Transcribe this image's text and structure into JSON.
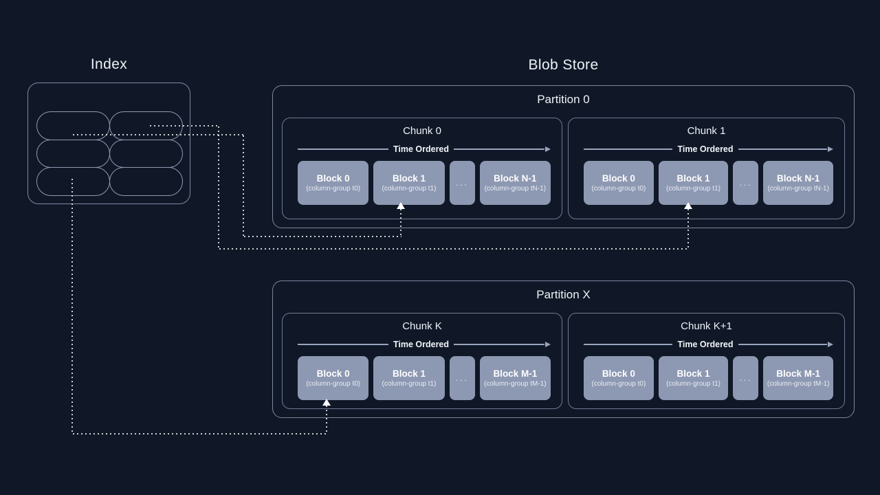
{
  "background_color": "#101827",
  "block_fill_color": "#8d98b2",
  "border_color": "#7f8ba5",
  "index": {
    "title": "Index",
    "pill_count": 6,
    "pills": [
      {
        "label": ""
      },
      {
        "label": ""
      },
      {
        "label": ""
      },
      {
        "label": ""
      },
      {
        "label": ""
      },
      {
        "label": ""
      }
    ]
  },
  "blob_store": {
    "title": "Blob Store",
    "partitions": [
      {
        "label": "Partition 0",
        "chunks": [
          {
            "label": "Chunk 0",
            "axis_label": "Time Ordered",
            "blocks": [
              {
                "name": "Block 0",
                "sub": "(column-group t0)"
              },
              {
                "name": "Block 1",
                "sub": "(column-group t1)"
              },
              {
                "name": "...",
                "sub": ""
              },
              {
                "name": "Block N-1",
                "sub": "(column-group tN-1)"
              }
            ]
          },
          {
            "label": "Chunk 1",
            "axis_label": "Time Ordered",
            "blocks": [
              {
                "name": "Block 0",
                "sub": "(column-group t0)"
              },
              {
                "name": "Block 1",
                "sub": "(column-group t1)"
              },
              {
                "name": "...",
                "sub": ""
              },
              {
                "name": "Block N-1",
                "sub": "(column-group tN-1)"
              }
            ]
          }
        ]
      },
      {
        "label": "Partition X",
        "chunks": [
          {
            "label": "Chunk K",
            "axis_label": "Time Ordered",
            "blocks": [
              {
                "name": "Block 0",
                "sub": "(column-group t0)"
              },
              {
                "name": "Block 1",
                "sub": "(column-group t1)"
              },
              {
                "name": "...",
                "sub": ""
              },
              {
                "name": "Block M-1",
                "sub": "(column-group tM-1)"
              }
            ]
          },
          {
            "label": "Chunk K+1",
            "axis_label": "Time Ordered",
            "blocks": [
              {
                "name": "Block 0",
                "sub": "(column-group t0)"
              },
              {
                "name": "Block 1",
                "sub": "(column-group t1)"
              },
              {
                "name": "...",
                "sub": ""
              },
              {
                "name": "Block M-1",
                "sub": "(column-group tM-1)"
              }
            ]
          }
        ]
      }
    ]
  },
  "connectors": [
    {
      "name": "index-to-chunk0-block1",
      "target": "Chunk 0 / Block 1"
    },
    {
      "name": "index-to-chunk1-block1",
      "target": "Chunk 1 / Block 1"
    },
    {
      "name": "index-to-chunkK-block0",
      "target": "Chunk K / Block 0"
    }
  ]
}
